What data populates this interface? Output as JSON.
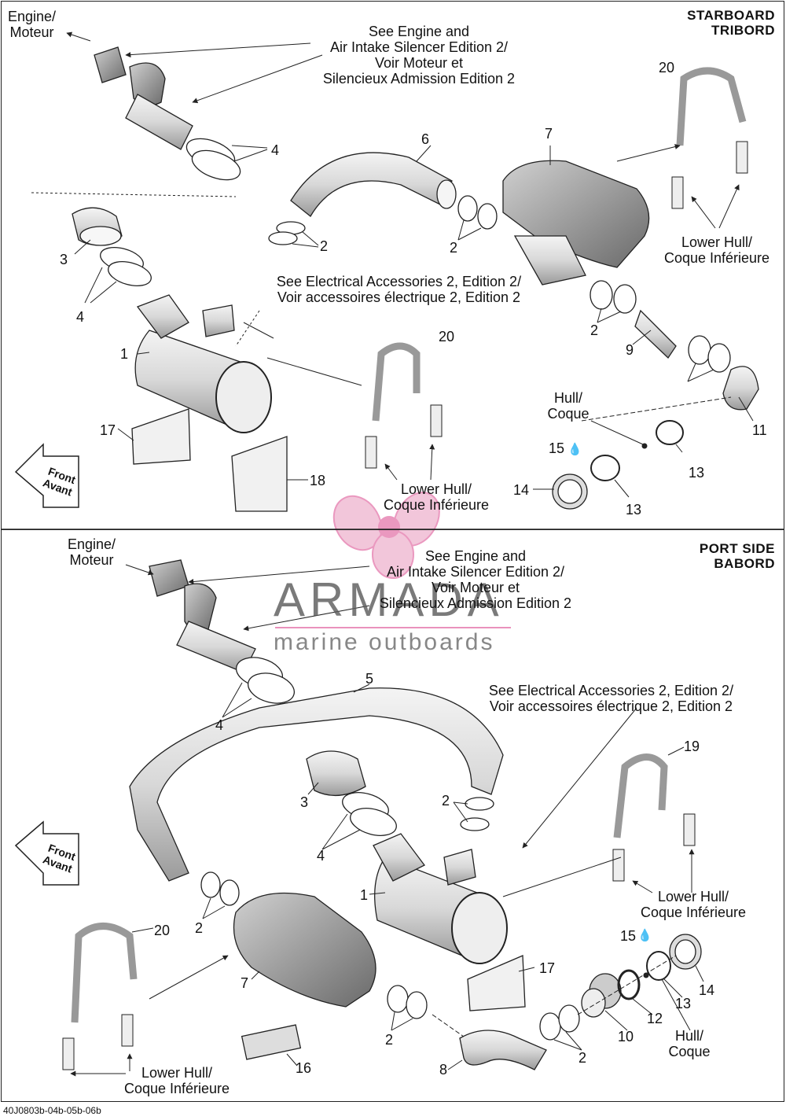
{
  "figure_code": "40J0803b-04b-05b-06b",
  "watermark": {
    "brand": "ARMADA",
    "tagline": "marine outboards"
  },
  "colors": {
    "line": "#222222",
    "watermark_pink": "#e67fb0",
    "watermark_gray": "#5a5a5a"
  },
  "panels": {
    "starboard": {
      "title_line1": "STARBOARD",
      "title_line2": "TRIBORD",
      "engine_line1": "Engine/",
      "engine_line2": "Moteur",
      "see_engine_line1": "See Engine and",
      "see_engine_line2": "Air Intake Silencer Edition 2/",
      "see_engine_line3": "Voir Moteur et",
      "see_engine_line4": "Silencieux Admission Edition 2",
      "see_electrical_line1": "See Electrical Accessories 2, Edition 2/",
      "see_electrical_line2": "Voir accessoires électrique 2, Edition 2",
      "lower_hull_a_line1": "Lower Hull/",
      "lower_hull_a_line2": "Coque Inférieure",
      "lower_hull_b_line1": "Lower Hull/",
      "lower_hull_b_line2": "Coque Inférieure",
      "hull_line1": "Hull/",
      "hull_line2": "Coque",
      "front_line1": "Front",
      "front_line2": "Avant",
      "part_numbers": [
        "20",
        "4",
        "6",
        "7",
        "3",
        "2",
        "4",
        "1",
        "2",
        "9",
        "20",
        "2",
        "17",
        "11",
        "15",
        "18",
        "13",
        "14",
        "13"
      ]
    },
    "port": {
      "title_line1": "PORT SIDE",
      "title_line2": "BABORD",
      "engine_line1": "Engine/",
      "engine_line2": "Moteur",
      "see_engine_line1": "See Engine and",
      "see_engine_line2": "Air Intake Silencer Edition 2/",
      "see_engine_line3": "Voir Moteur et",
      "see_engine_line4": "Silencieux Admission Edition 2",
      "see_electrical_line1": "See Electrical Accessories 2, Edition 2/",
      "see_electrical_line2": "Voir accessoires électrique 2, Edition 2",
      "lower_hull_a_line1": "Lower Hull/",
      "lower_hull_a_line2": "Coque Inférieure",
      "lower_hull_b_line1": "Lower Hull/",
      "lower_hull_b_line2": "Coque Inférieure",
      "hull_line1": "Hull/",
      "hull_line2": "Coque",
      "front_line1": "Front",
      "front_line2": "Avant",
      "part_numbers": [
        "5",
        "4",
        "19",
        "2",
        "3",
        "4",
        "1",
        "2",
        "20",
        "15",
        "7",
        "17",
        "14",
        "13",
        "12",
        "2",
        "10",
        "2",
        "8",
        "16"
      ]
    }
  }
}
